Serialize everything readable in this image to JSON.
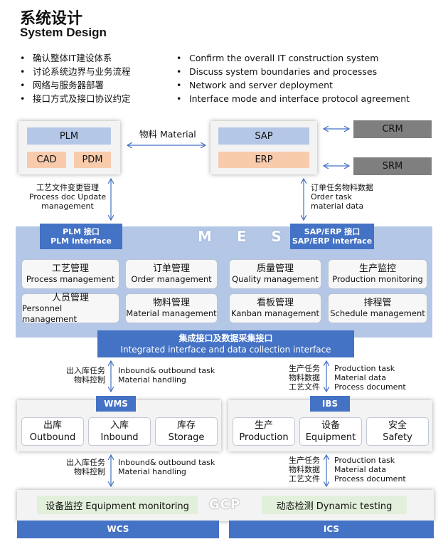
{
  "header": {
    "title_zh": "系统设计",
    "title_en": "System Design"
  },
  "bullets_zh": [
    "确认整体IT建设体系",
    "讨论系统边界与业务流程",
    "网络与服务器部署",
    "接口方式及接口协议约定"
  ],
  "bullets_en": [
    "Confirm the overall IT construction system",
    "Discuss system boundaries and processes",
    "Network and server deployment",
    "Interface mode and interface protocol agreement"
  ],
  "plm": {
    "label": "PLM",
    "cad": "CAD",
    "pdm": "PDM"
  },
  "material_link": "物料 Material",
  "sap": {
    "label": "SAP",
    "erp": "ERP"
  },
  "crm": "CRM",
  "srm": "SRM",
  "plm_mes_link": [
    "工艺文件变更管理",
    "Process doc  Update",
    "management"
  ],
  "sap_mes_link": [
    "订单任务物料数据",
    "Order task",
    "material data"
  ],
  "mes": {
    "title": "M E S",
    "plm_if": [
      "PLM 接口",
      "PLM interface"
    ],
    "sap_if": [
      "SAP/ERP 接口",
      "SAP/ERP interface"
    ],
    "modules": [
      {
        "zh": "工艺管理",
        "en": "Process management"
      },
      {
        "zh": "订单管理",
        "en": "Order management"
      },
      {
        "zh": "质量管理",
        "en": "Quality management"
      },
      {
        "zh": "生产监控",
        "en": "Production monitoring"
      },
      {
        "zh": "人员管理",
        "en": "Personnel management"
      },
      {
        "zh": "物料管理",
        "en": "Material management"
      },
      {
        "zh": "看板管理",
        "en": "Kanban management"
      },
      {
        "zh": "排程管",
        "en": "Schedule management"
      }
    ],
    "integration": [
      "集成接口及数据采集接口",
      "Integrated interface and data collection interface"
    ]
  },
  "left_link_1": {
    "zh": [
      "出入库任务",
      "物料控制"
    ],
    "en": [
      "Inbound& outbound task",
      "Material handling"
    ]
  },
  "right_link_1": {
    "zh": [
      "生产任务",
      "物料数据",
      "工艺文件"
    ],
    "en": [
      "Production task",
      "Material data",
      "Process document"
    ]
  },
  "wms": {
    "label": "WMS",
    "items": [
      {
        "zh": "出库",
        "en": "Outbound"
      },
      {
        "zh": "入库",
        "en": "Inbound"
      },
      {
        "zh": "库存",
        "en": "Storage"
      }
    ]
  },
  "ibs": {
    "label": "IBS",
    "items": [
      {
        "zh": "生产",
        "en": "Production"
      },
      {
        "zh": "设备",
        "en": "Equipment"
      },
      {
        "zh": "安全",
        "en": "Safety"
      }
    ]
  },
  "left_link_2": {
    "zh": [
      "出入库任务",
      "物料控制"
    ],
    "en": [
      "Inbound& outbound task",
      "Material handling"
    ]
  },
  "right_link_2": {
    "zh": [
      "生产任务",
      "物料数据",
      "工艺文件"
    ],
    "en": [
      "Production task",
      "Material data",
      "Process document"
    ]
  },
  "gcp": {
    "label": "GCP",
    "equipment": "设备监控  Equipment monitoring",
    "dynamic": "动态检测    Dynamic testing",
    "wcs": "WCS",
    "ics": "ICS"
  },
  "colors": {
    "light_blue": "#b4c7e7",
    "dark_blue": "#4472c4",
    "orange": "#f8cbad",
    "gray": "#7f7f7f",
    "green": "#e2efda"
  }
}
